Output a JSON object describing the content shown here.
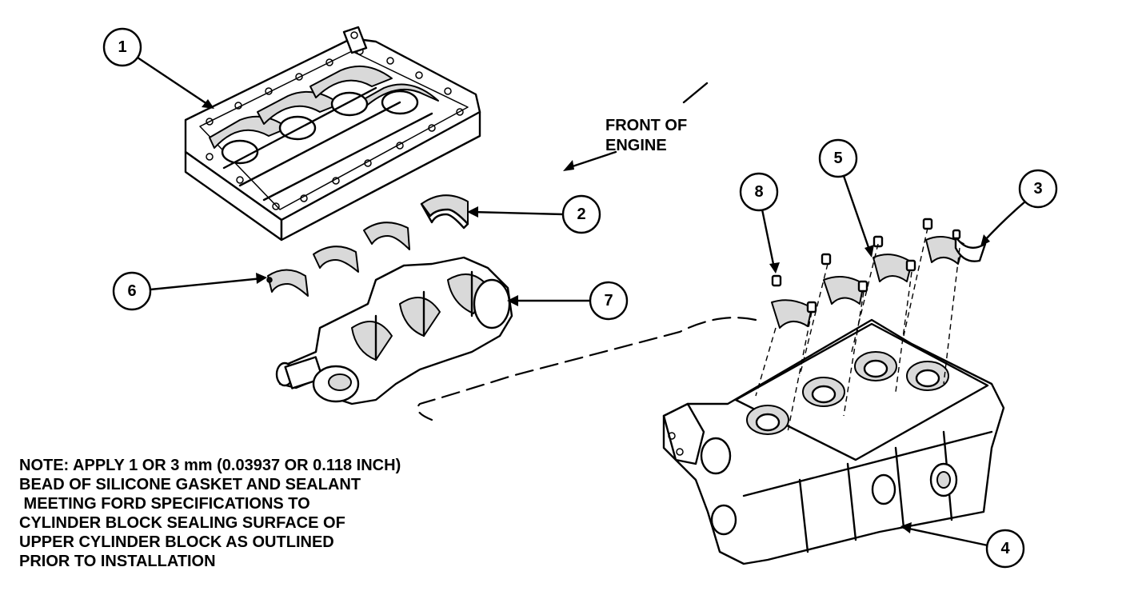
{
  "diagram": {
    "front_label": [
      "FRONT OF",
      "ENGINE"
    ],
    "note_lines": [
      "NOTE: APPLY 1 OR 3 mm (0.03937 OR 0.118 INCH)",
      "BEAD OF SILICONE GASKET AND SEALANT",
      " MEETING FORD SPECIFICATIONS TO",
      "CYLINDER BLOCK SEALING SURFACE OF",
      "UPPER CYLINDER BLOCK AS OUTLINED",
      "PRIOR TO INSTALLATION"
    ],
    "callouts": {
      "c1": "1",
      "c2": "2",
      "c3": "3",
      "c4": "4",
      "c5": "5",
      "c6": "6",
      "c7": "7",
      "c8": "8"
    },
    "ink_color": "#000000",
    "paper_color": "#ffffff"
  }
}
